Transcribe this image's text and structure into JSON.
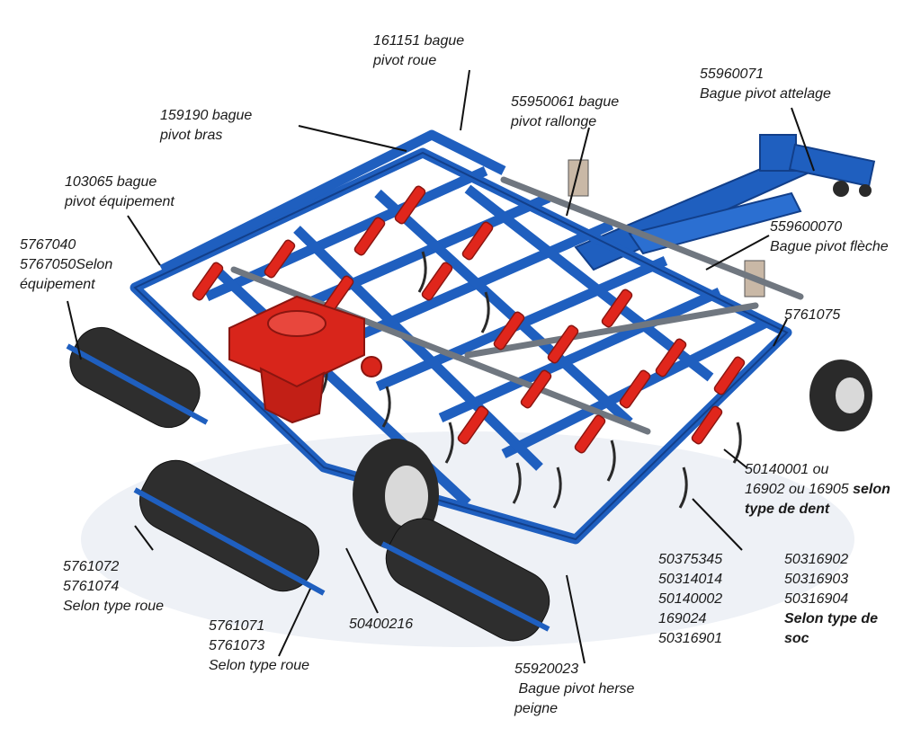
{
  "colors": {
    "frame_blue": "#1f5fbf",
    "frame_dark": "#123f8a",
    "cylinder_red": "#e0261c",
    "tank_red": "#d8251b",
    "tire_black": "#2a2a2a",
    "leader_line": "#111111"
  },
  "labels": {
    "l161151": {
      "line1": "161151 bague",
      "line2": "pivot roue"
    },
    "l55960071": {
      "line1": "55960071",
      "line2": "Bague pivot attelage"
    },
    "l159190": {
      "line1": "159190 bague",
      "line2": "pivot bras"
    },
    "l55950061": {
      "line1": "55950061 bague",
      "line2": "pivot rallonge"
    },
    "l103065": {
      "line1": "103065 bague",
      "line2": "pivot équipement"
    },
    "l5767040": {
      "line1": "5767040",
      "line2": "5767050Selon",
      "line3": "équipement"
    },
    "l559600070": {
      "line1": "559600070",
      "line2": "Bague pivot flèche"
    },
    "l5761075": {
      "line1": "5761075"
    },
    "l50140001": {
      "line1": "50140001 ou",
      "line2a": "16902 ou 16905 ",
      "line2b": "selon",
      "line3": "type de dent"
    },
    "l5761072": {
      "line1": "5761072",
      "line2": "5761074",
      "line3": "Selon type roue"
    },
    "l5761071": {
      "line1": "5761071",
      "line2": "5761073",
      "line3": "Selon type roue"
    },
    "l50400216": {
      "line1": "50400216"
    },
    "l50375345": {
      "line1": "50375345",
      "line2": "50314014",
      "line3": "50140002",
      "line4": "169024",
      "line5": "50316901"
    },
    "l50316902": {
      "line1": "50316902",
      "line2": "50316903",
      "line3": "50316904",
      "line4": "Selon type de",
      "line5": "soc"
    },
    "l55920023": {
      "line1": "55920023",
      "line2": " Bague pivot herse",
      "line3": "peigne"
    }
  }
}
